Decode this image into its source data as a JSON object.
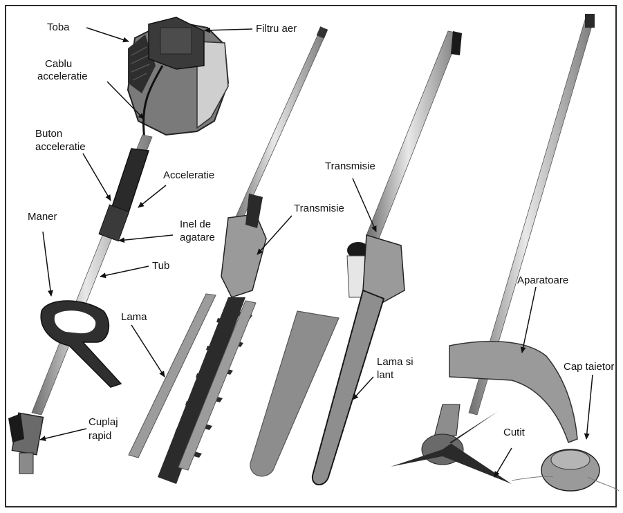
{
  "labels": {
    "toba": "Toba",
    "filtru_aer": "Filtru aer",
    "cablu_acceleratie_1": "Cablu",
    "cablu_acceleratie_2": "acceleratie",
    "buton_acceleratie_1": "Buton",
    "buton_acceleratie_2": "acceleratie",
    "acceleratie": "Acceleratie",
    "maner": "Maner",
    "inel_agatare_1": "Inel de",
    "inel_agatare_2": "agatare",
    "tub": "Tub",
    "transmisie_1": "Transmisie",
    "transmisie_2": "Transmisie",
    "lama": "Lama",
    "lama_lant_1": "Lama si",
    "lama_lant_2": "lant",
    "cuplaj_rapid_1": "Cuplaj",
    "cuplaj_rapid_2": "rapid",
    "aparatoare": "Aparatoare",
    "cap_taietor": "Cap taietor",
    "cutit": "Cutit"
  },
  "colors": {
    "dark": "#2a2a2a",
    "mid": "#8a8a8a",
    "light": "#c9c9c9",
    "orange_gray": "#9a9a9a",
    "text": "#111111"
  }
}
